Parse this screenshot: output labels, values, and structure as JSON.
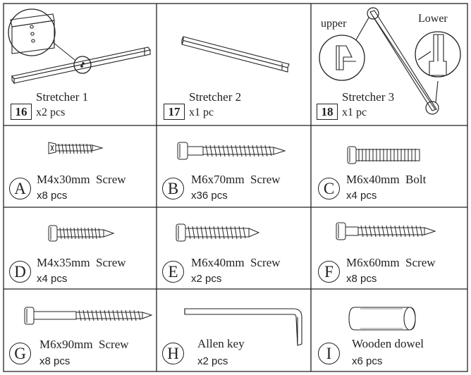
{
  "parts": [
    {
      "id": "16",
      "name": "Stretcher 1",
      "qty": "x2 pcs"
    },
    {
      "id": "17",
      "name": "Stretcher 2",
      "qty": "x1 pc"
    },
    {
      "id": "18",
      "name": "Stretcher 3",
      "qty": "x1 pc",
      "notes": {
        "upper": "upper",
        "lower": "Lower"
      }
    },
    {
      "id": "A",
      "name": "M4x30mm  Screw",
      "qty": "x8 pcs"
    },
    {
      "id": "B",
      "name": "M6x70mm  Screw",
      "qty": "x36 pcs"
    },
    {
      "id": "C",
      "name": "M6x40mm  Bolt",
      "qty": "x4 pcs"
    },
    {
      "id": "D",
      "name": "M4x35mm  Screw",
      "qty": "x4 pcs"
    },
    {
      "id": "E",
      "name": "M6x40mm  Screw",
      "qty": "x2 pcs"
    },
    {
      "id": "F",
      "name": "M6x60mm  Screw",
      "qty": "x8 pcs"
    },
    {
      "id": "G",
      "name": "M6x90mm  Screw",
      "qty": "x8 pcs"
    },
    {
      "id": "H",
      "name": "Allen key",
      "qty": "x2 pcs"
    },
    {
      "id": "I",
      "name": "Wooden dowel",
      "qty": "x6 pcs"
    }
  ]
}
